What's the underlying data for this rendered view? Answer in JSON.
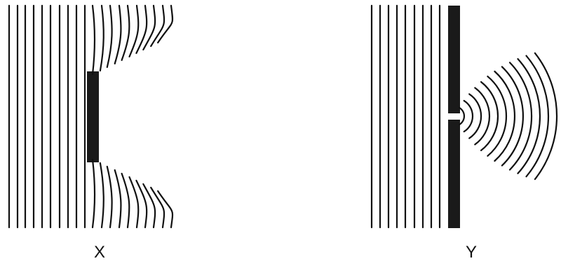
{
  "panels": [
    {
      "id": "X",
      "label": "X",
      "depicts": "wave-diffraction-around-obstacle"
    },
    {
      "id": "Y",
      "label": "Y",
      "depicts": "wave-diffraction-through-narrow-gap"
    }
  ],
  "colors": {
    "wave_line": "#111111",
    "barrier": "#1a1a1a",
    "background": "#ffffff"
  }
}
